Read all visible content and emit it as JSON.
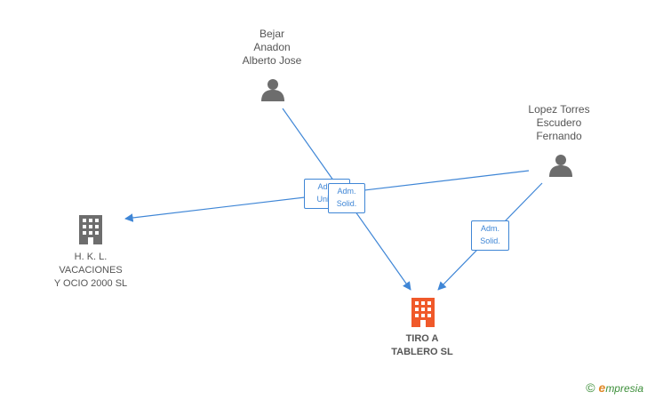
{
  "nodes": {
    "bejar": {
      "name_lines": [
        "Bejar",
        "Anadon",
        "Alberto Jose"
      ],
      "type": "person"
    },
    "lopez": {
      "name_lines": [
        "Lopez Torres",
        "Escudero",
        "Fernando"
      ],
      "type": "person"
    },
    "hkl": {
      "name_lines": [
        "H.  K. L.",
        "VACACIONES",
        "Y OCIO 2000 SL"
      ],
      "type": "company"
    },
    "tiro": {
      "name_lines": [
        "TIRO A",
        "TABLERO  SL"
      ],
      "type": "company-focus"
    }
  },
  "relations": {
    "bejar_hkl": {
      "lines": [
        "Adm.",
        "Unico"
      ]
    },
    "bejar_tiro": {
      "lines": [
        "Adm.",
        "Solid."
      ]
    },
    "lopez_tiro": {
      "lines": [
        "Adm.",
        "Solid."
      ]
    }
  },
  "colors": {
    "edge": "#3f86d6",
    "person_icon": "#6d6d6d",
    "company_icon": "#6d6d6d",
    "focus_company_icon": "#f0592a"
  },
  "footer": {
    "copyright_symbol": "©",
    "brand_initial": "e",
    "brand_rest": "mpresia"
  }
}
